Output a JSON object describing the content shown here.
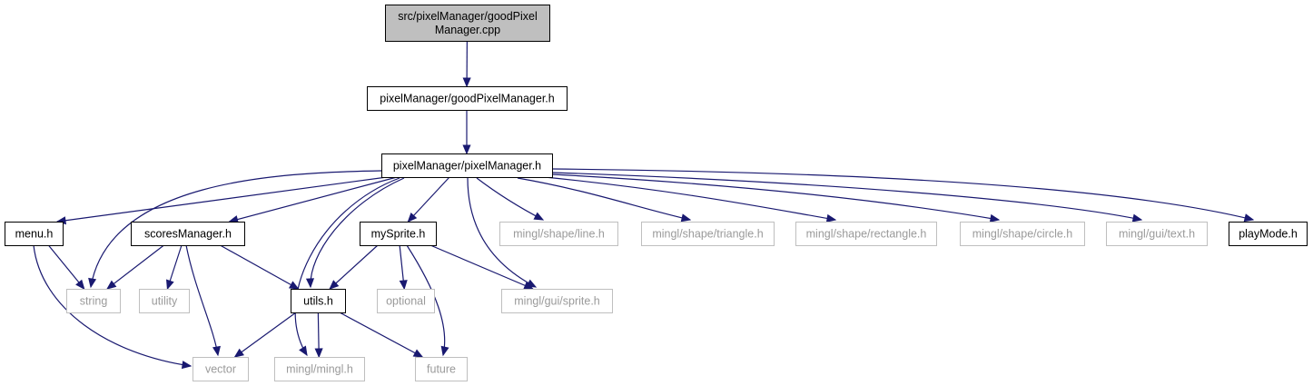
{
  "graph": {
    "edge_color": "#191970",
    "root_fill": "#bfbfbf",
    "system_border": "#bfbfbf",
    "nodes": [
      {
        "id": "root",
        "kind": "root",
        "lines": [
          "src/pixelManager/goodPixel",
          "Manager.cpp"
        ]
      },
      {
        "id": "goodPixelManager_h",
        "kind": "file",
        "lines": [
          "pixelManager/goodPixelManager.h"
        ]
      },
      {
        "id": "pixelManager_h",
        "kind": "file",
        "lines": [
          "pixelManager/pixelManager.h"
        ]
      },
      {
        "id": "menu_h",
        "kind": "file",
        "lines": [
          "menu.h"
        ]
      },
      {
        "id": "scoresManager_h",
        "kind": "file",
        "lines": [
          "scoresManager.h"
        ]
      },
      {
        "id": "mySprite_h",
        "kind": "file",
        "lines": [
          "mySprite.h"
        ]
      },
      {
        "id": "line_h",
        "kind": "system",
        "lines": [
          "mingl/shape/line.h"
        ]
      },
      {
        "id": "triangle_h",
        "kind": "system",
        "lines": [
          "mingl/shape/triangle.h"
        ]
      },
      {
        "id": "rectangle_h",
        "kind": "system",
        "lines": [
          "mingl/shape/rectangle.h"
        ]
      },
      {
        "id": "circle_h",
        "kind": "system",
        "lines": [
          "mingl/shape/circle.h"
        ]
      },
      {
        "id": "text_h",
        "kind": "system",
        "lines": [
          "mingl/gui/text.h"
        ]
      },
      {
        "id": "playMode_h",
        "kind": "file",
        "lines": [
          "playMode.h"
        ]
      },
      {
        "id": "string",
        "kind": "system",
        "lines": [
          "string"
        ]
      },
      {
        "id": "utility",
        "kind": "system",
        "lines": [
          "utility"
        ]
      },
      {
        "id": "utils_h",
        "kind": "file",
        "lines": [
          "utils.h"
        ]
      },
      {
        "id": "optional",
        "kind": "system",
        "lines": [
          "optional"
        ]
      },
      {
        "id": "sprite_h",
        "kind": "system",
        "lines": [
          "mingl/gui/sprite.h"
        ]
      },
      {
        "id": "vector",
        "kind": "system",
        "lines": [
          "vector"
        ]
      },
      {
        "id": "mingl_h",
        "kind": "system",
        "lines": [
          "mingl/mingl.h"
        ]
      },
      {
        "id": "future",
        "kind": "system",
        "lines": [
          "future"
        ]
      }
    ],
    "edges": [
      {
        "from": "root",
        "to": "goodPixelManager_h"
      },
      {
        "from": "goodPixelManager_h",
        "to": "pixelManager_h"
      },
      {
        "from": "pixelManager_h",
        "to": "menu_h"
      },
      {
        "from": "pixelManager_h",
        "to": "string"
      },
      {
        "from": "pixelManager_h",
        "to": "scoresManager_h"
      },
      {
        "from": "pixelManager_h",
        "to": "mingl_h"
      },
      {
        "from": "pixelManager_h",
        "to": "utils_h"
      },
      {
        "from": "pixelManager_h",
        "to": "mySprite_h"
      },
      {
        "from": "pixelManager_h",
        "to": "sprite_h"
      },
      {
        "from": "pixelManager_h",
        "to": "line_h"
      },
      {
        "from": "pixelManager_h",
        "to": "triangle_h"
      },
      {
        "from": "pixelManager_h",
        "to": "rectangle_h"
      },
      {
        "from": "pixelManager_h",
        "to": "circle_h"
      },
      {
        "from": "pixelManager_h",
        "to": "text_h"
      },
      {
        "from": "pixelManager_h",
        "to": "playMode_h"
      },
      {
        "from": "menu_h",
        "to": "string"
      },
      {
        "from": "menu_h",
        "to": "vector"
      },
      {
        "from": "scoresManager_h",
        "to": "string"
      },
      {
        "from": "scoresManager_h",
        "to": "utility"
      },
      {
        "from": "scoresManager_h",
        "to": "vector"
      },
      {
        "from": "scoresManager_h",
        "to": "utils_h"
      },
      {
        "from": "mySprite_h",
        "to": "utils_h"
      },
      {
        "from": "mySprite_h",
        "to": "optional"
      },
      {
        "from": "mySprite_h",
        "to": "sprite_h"
      },
      {
        "from": "mySprite_h",
        "to": "future"
      },
      {
        "from": "utils_h",
        "to": "vector"
      },
      {
        "from": "utils_h",
        "to": "mingl_h"
      },
      {
        "from": "utils_h",
        "to": "future"
      }
    ]
  }
}
